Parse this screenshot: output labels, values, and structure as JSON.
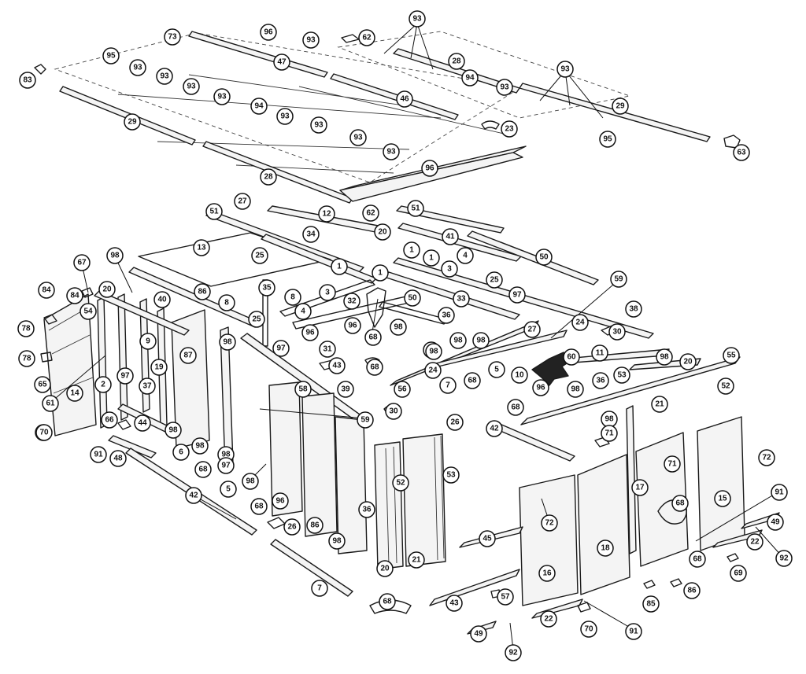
{
  "diagram": {
    "callouts": [
      {
        "id": "c1",
        "label": "93"
      },
      {
        "id": "c2",
        "label": "96"
      },
      {
        "id": "c3",
        "label": "62"
      },
      {
        "id": "c4",
        "label": "73"
      },
      {
        "id": "c5",
        "label": "93"
      },
      {
        "id": "c6",
        "label": "95"
      },
      {
        "id": "c7",
        "label": "83"
      },
      {
        "id": "c8",
        "label": "93"
      },
      {
        "id": "c9",
        "label": "47"
      },
      {
        "id": "c10",
        "label": "28"
      },
      {
        "id": "c11",
        "label": "94"
      },
      {
        "id": "c12",
        "label": "93"
      },
      {
        "id": "c13",
        "label": "93"
      },
      {
        "id": "c14",
        "label": "93"
      },
      {
        "id": "c15",
        "label": "93"
      },
      {
        "id": "c16",
        "label": "93"
      },
      {
        "id": "c17",
        "label": "46"
      },
      {
        "id": "c18",
        "label": "29"
      },
      {
        "id": "c19",
        "label": "29"
      },
      {
        "id": "c20",
        "label": "94"
      },
      {
        "id": "c21",
        "label": "93"
      },
      {
        "id": "c22",
        "label": "93"
      },
      {
        "id": "c23",
        "label": "95"
      },
      {
        "id": "c24",
        "label": "23"
      },
      {
        "id": "c25",
        "label": "93"
      },
      {
        "id": "c26",
        "label": "93"
      },
      {
        "id": "c27",
        "label": "63"
      },
      {
        "id": "c28",
        "label": "96"
      },
      {
        "id": "c29",
        "label": "28"
      },
      {
        "id": "c30",
        "label": "27"
      },
      {
        "id": "c31",
        "label": "51"
      },
      {
        "id": "c32",
        "label": "12"
      },
      {
        "id": "c33",
        "label": "62"
      },
      {
        "id": "c34",
        "label": "51"
      },
      {
        "id": "c35",
        "label": "20"
      },
      {
        "id": "c36",
        "label": "41"
      },
      {
        "id": "c37",
        "label": "34"
      },
      {
        "id": "c38",
        "label": "13"
      },
      {
        "id": "c39",
        "label": "25"
      },
      {
        "id": "c40",
        "label": "1"
      },
      {
        "id": "c41",
        "label": "1"
      },
      {
        "id": "c42",
        "label": "4"
      },
      {
        "id": "c43",
        "label": "50"
      },
      {
        "id": "c44",
        "label": "1"
      },
      {
        "id": "c45",
        "label": "1"
      },
      {
        "id": "c46",
        "label": "3"
      },
      {
        "id": "c47",
        "label": "25"
      },
      {
        "id": "c48",
        "label": "59"
      },
      {
        "id": "c49",
        "label": "67"
      },
      {
        "id": "c50",
        "label": "98"
      },
      {
        "id": "c51",
        "label": "97"
      },
      {
        "id": "c52",
        "label": "84"
      },
      {
        "id": "c53",
        "label": "84"
      },
      {
        "id": "c54",
        "label": "20"
      },
      {
        "id": "c55",
        "label": "40"
      },
      {
        "id": "c56",
        "label": "86"
      },
      {
        "id": "c57",
        "label": "35"
      },
      {
        "id": "c58",
        "label": "8"
      },
      {
        "id": "c59",
        "label": "3"
      },
      {
        "id": "c60",
        "label": "32"
      },
      {
        "id": "c61",
        "label": "50"
      },
      {
        "id": "c62",
        "label": "33"
      },
      {
        "id": "c63",
        "label": "38"
      },
      {
        "id": "c64",
        "label": "54"
      },
      {
        "id": "c65",
        "label": "8"
      },
      {
        "id": "c66",
        "label": "4"
      },
      {
        "id": "c67",
        "label": "25"
      },
      {
        "id": "c68",
        "label": "96"
      },
      {
        "id": "c69",
        "label": "36"
      },
      {
        "id": "c70",
        "label": "98"
      },
      {
        "id": "c71",
        "label": "27"
      },
      {
        "id": "c72",
        "label": "24"
      },
      {
        "id": "c73",
        "label": "30"
      },
      {
        "id": "c74",
        "label": "78"
      },
      {
        "id": "c75",
        "label": "9"
      },
      {
        "id": "c76",
        "label": "98"
      },
      {
        "id": "c77",
        "label": "96"
      },
      {
        "id": "c78",
        "label": "31"
      },
      {
        "id": "c79",
        "label": "98"
      },
      {
        "id": "c80",
        "label": "98"
      },
      {
        "id": "c81",
        "label": "98"
      },
      {
        "id": "c82",
        "label": "60"
      },
      {
        "id": "c83",
        "label": "11"
      },
      {
        "id": "c84",
        "label": "98"
      },
      {
        "id": "c85",
        "label": "20"
      },
      {
        "id": "c86",
        "label": "55"
      },
      {
        "id": "c87",
        "label": "78"
      },
      {
        "id": "c88",
        "label": "87"
      },
      {
        "id": "c89",
        "label": "97"
      },
      {
        "id": "c90",
        "label": "68"
      },
      {
        "id": "c91",
        "label": "43"
      },
      {
        "id": "c92",
        "label": "68"
      },
      {
        "id": "c93",
        "label": "98"
      },
      {
        "id": "c94",
        "label": "24"
      },
      {
        "id": "c95",
        "label": "5"
      },
      {
        "id": "c96",
        "label": "10"
      },
      {
        "id": "c97",
        "label": "36"
      },
      {
        "id": "c98",
        "label": "53"
      },
      {
        "id": "c99",
        "label": "65"
      },
      {
        "id": "c100",
        "label": "2"
      },
      {
        "id": "c101",
        "label": "97"
      },
      {
        "id": "c102",
        "label": "19"
      },
      {
        "id": "c103",
        "label": "37"
      },
      {
        "id": "c104",
        "label": "14"
      },
      {
        "id": "c105",
        "label": "58"
      },
      {
        "id": "c106",
        "label": "39"
      },
      {
        "id": "c107",
        "label": "56"
      },
      {
        "id": "c108",
        "label": "7"
      },
      {
        "id": "c109",
        "label": "68"
      },
      {
        "id": "c110",
        "label": "96"
      },
      {
        "id": "c111",
        "label": "98"
      },
      {
        "id": "c112",
        "label": "52"
      },
      {
        "id": "c113",
        "label": "61"
      },
      {
        "id": "c114",
        "label": "66"
      },
      {
        "id": "c115",
        "label": "44"
      },
      {
        "id": "c116",
        "label": "30"
      },
      {
        "id": "c117",
        "label": "59"
      },
      {
        "id": "c118",
        "label": "26"
      },
      {
        "id": "c119",
        "label": "68"
      },
      {
        "id": "c120",
        "label": "98"
      },
      {
        "id": "c121",
        "label": "21"
      },
      {
        "id": "c122",
        "label": "68"
      },
      {
        "id": "c123",
        "label": "70"
      },
      {
        "id": "c124",
        "label": "98"
      },
      {
        "id": "c125",
        "label": "98"
      },
      {
        "id": "c126",
        "label": "42"
      },
      {
        "id": "c127",
        "label": "71"
      },
      {
        "id": "c128",
        "label": "6"
      },
      {
        "id": "c129",
        "label": "91"
      },
      {
        "id": "c130",
        "label": "48"
      },
      {
        "id": "c131",
        "label": "98"
      },
      {
        "id": "c132",
        "label": "97"
      },
      {
        "id": "c133",
        "label": "68"
      },
      {
        "id": "c134",
        "label": "72"
      },
      {
        "id": "c135",
        "label": "71"
      },
      {
        "id": "c136",
        "label": "98"
      },
      {
        "id": "c137",
        "label": "5"
      },
      {
        "id": "c138",
        "label": "42"
      },
      {
        "id": "c139",
        "label": "68"
      },
      {
        "id": "c140",
        "label": "96"
      },
      {
        "id": "c141",
        "label": "52"
      },
      {
        "id": "c142",
        "label": "53"
      },
      {
        "id": "c143",
        "label": "17"
      },
      {
        "id": "c144",
        "label": "91"
      },
      {
        "id": "c145",
        "label": "15"
      },
      {
        "id": "c146",
        "label": "68"
      },
      {
        "id": "c147",
        "label": "36"
      },
      {
        "id": "c148",
        "label": "72"
      },
      {
        "id": "c149",
        "label": "26"
      },
      {
        "id": "c150",
        "label": "86"
      },
      {
        "id": "c151",
        "label": "98"
      },
      {
        "id": "c152",
        "label": "45"
      },
      {
        "id": "c153",
        "label": "18"
      },
      {
        "id": "c154",
        "label": "49"
      },
      {
        "id": "c155",
        "label": "22"
      },
      {
        "id": "c156",
        "label": "92"
      },
      {
        "id": "c157",
        "label": "68"
      },
      {
        "id": "c158",
        "label": "69"
      },
      {
        "id": "c159",
        "label": "20"
      },
      {
        "id": "c160",
        "label": "21"
      },
      {
        "id": "c161",
        "label": "16"
      },
      {
        "id": "c162",
        "label": "7"
      },
      {
        "id": "c163",
        "label": "57"
      },
      {
        "id": "c164",
        "label": "86"
      },
      {
        "id": "c165",
        "label": "43"
      },
      {
        "id": "c166",
        "label": "85"
      },
      {
        "id": "c167",
        "label": "68"
      },
      {
        "id": "c168",
        "label": "22"
      },
      {
        "id": "c169",
        "label": "70"
      },
      {
        "id": "c170",
        "label": "49"
      },
      {
        "id": "c171",
        "label": "91"
      },
      {
        "id": "c172",
        "label": "92"
      }
    ]
  }
}
